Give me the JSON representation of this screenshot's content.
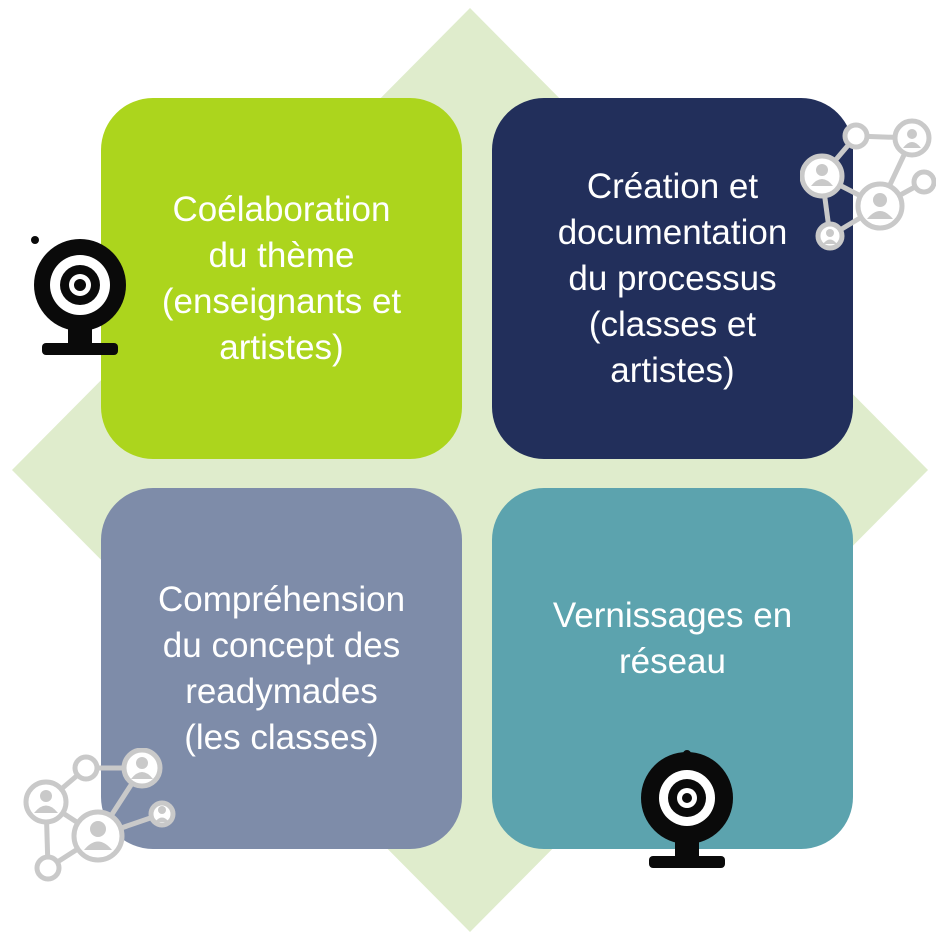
{
  "colors": {
    "diamond": "#dfeccc",
    "card_green": "#acd51d",
    "card_navy": "#222f5b",
    "card_slate": "#7e8ca9",
    "card_teal": "#5ca3ae",
    "webcam": "#0a0a0a",
    "network": "#c9c9c9"
  },
  "cards": [
    {
      "text": "Coélaboration\ndu thème\n(enseignants et\nartistes)",
      "color_key": "card_green"
    },
    {
      "text": "Création et\ndocumentation\ndu processus\n(classes et\nartistes)",
      "color_key": "card_navy"
    },
    {
      "text": "Compréhension\ndu concept des\nreadymades\n(les classes)",
      "color_key": "card_slate"
    },
    {
      "text": "Vernissages en\nréseau",
      "color_key": "card_teal"
    }
  ],
  "icons": {
    "webcam": "webcam-icon",
    "network": "people-network-icon"
  }
}
